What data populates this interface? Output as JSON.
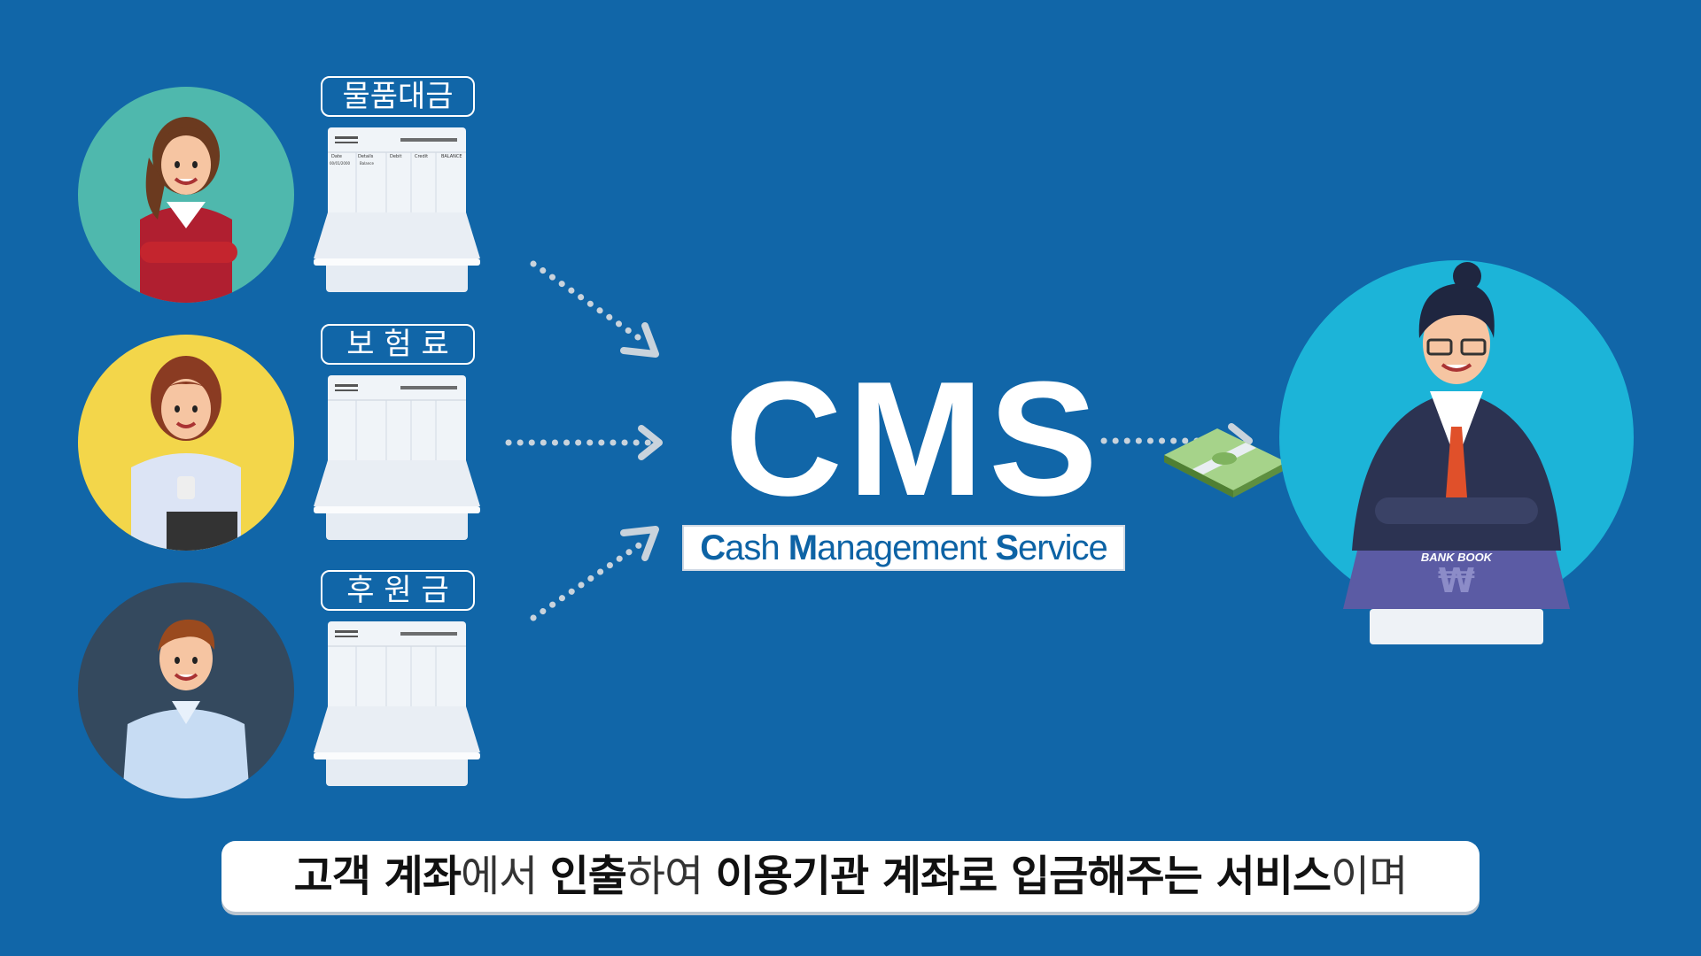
{
  "labels": [
    "물품대금",
    "보 험 료",
    "후 원 금"
  ],
  "cms": {
    "title": "CMS",
    "subtitle": {
      "c_letter": "C",
      "c_rest": "ash ",
      "m_letter": "M",
      "m_rest": "anagement ",
      "s_letter": "S",
      "s_rest": "ervice"
    }
  },
  "ledger_headers": [
    "Date",
    "Details",
    "Debit",
    "Credit",
    "BALANCE"
  ],
  "ledger_row": [
    "00/01/2000",
    "Balance"
  ],
  "bankbook": {
    "label": "BANK BOOK",
    "symbol": "₩"
  },
  "caption": {
    "p1": "고객 계좌",
    "p2": "에서 ",
    "p3": "인출",
    "p4": "하여 ",
    "p5": "이용기관 계좌로 입금해주는 서비스",
    "p6": "이며"
  },
  "colors": {
    "background": "#1166a8",
    "avatar1": "#4fb8ad",
    "avatar2": "#f3d64a",
    "avatar3": "#34495e",
    "banker_circle": "#1cb4d8"
  }
}
